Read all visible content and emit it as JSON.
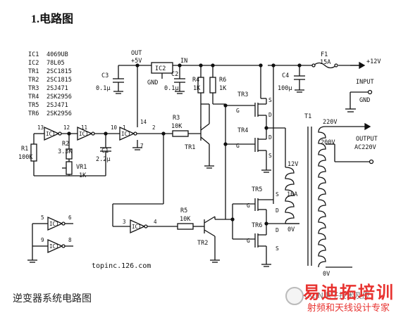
{
  "page": {
    "heading": "1.电路图",
    "caption": "逆变器系统电路图",
    "url": "topinc.126.com",
    "watermark_main": "易迪拓培训",
    "watermark_sub": "射频和天线设计专家",
    "watermark_logo_text": "CCIN电子技术及应"
  },
  "legend": [
    {
      "ref": "IC1",
      "part": "4069UB"
    },
    {
      "ref": "IC2",
      "part": "78L05"
    },
    {
      "ref": "TR1",
      "part": "2SC1815"
    },
    {
      "ref": "TR2",
      "part": "2SC1815"
    },
    {
      "ref": "TR3",
      "part": "2SJ471"
    },
    {
      "ref": "TR4",
      "part": "2SK2956"
    },
    {
      "ref": "TR5",
      "part": "2SJ471"
    },
    {
      "ref": "TR6",
      "part": "2SK2956"
    }
  ],
  "labels": {
    "out": "OUT",
    "out_v": "+5V",
    "ic2": "IC2",
    "gnd": "GND",
    "in": "IN",
    "f1": "F1",
    "f1_val": "15A",
    "v12": "+12V",
    "input": "INPUT",
    "gnd2": "GND",
    "c3": "C3",
    "c3_val": "0.1μ",
    "c2": "C2",
    "c2_val": "0.1μ",
    "r4": "R4",
    "r4_val": "1K",
    "r6": "R6",
    "r6_val": "1K",
    "c4": "C4",
    "c4_val": "100μ",
    "tr3": "TR3",
    "tr4": "TR4",
    "tr5": "TR5",
    "tr6": "TR6",
    "tr1": "TR1",
    "tr2": "TR2",
    "t1": "T1",
    "v220": "220V",
    "v200": "200V",
    "output": "OUTPUT",
    "output_ac": "AC220V",
    "v12w": "12V",
    "a10": "10A",
    "v0": "0V",
    "v0b": "0V",
    "r1": "R1",
    "r1_val": "100K",
    "r2": "R2",
    "r2_val": "3.3K",
    "vr1": "VR1",
    "vr1_val": "1K",
    "c1": "C1",
    "c1_val": "2.2μ",
    "r3": "R3",
    "r3_val": "10K",
    "r5": "R5",
    "r5_val": "10K",
    "ic1": "IC1",
    "pin13": "13",
    "pin12": "12",
    "pin11": "11",
    "pin10": "10",
    "pin1": "1",
    "pin2": "2",
    "pin14": "14",
    "pin7": "7",
    "pin3": "3",
    "pin4": "4",
    "pin5": "5",
    "pin6": "6",
    "pin9": "9",
    "pin8": "8",
    "g": "G",
    "s": "S",
    "d": "D"
  }
}
